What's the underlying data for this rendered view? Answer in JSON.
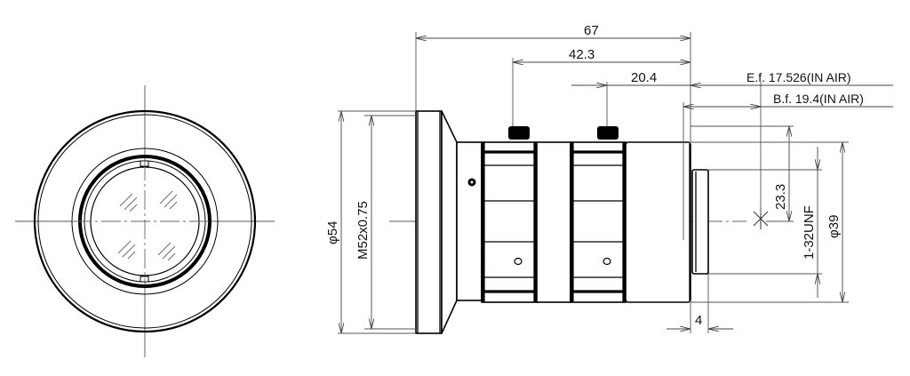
{
  "drawing": {
    "title": "Lens outline dimensional drawing",
    "views": [
      "front-view",
      "side-view"
    ],
    "units": "mm"
  },
  "dimensions": {
    "overall_length": "67",
    "length_to_ring_screw_1": "42.3",
    "length_to_ring_screw_2": "20.4",
    "effective_focal": "E.f. 17.526(IN AIR)",
    "back_focal": "B.f. 19.4(IN AIR)",
    "outer_diameter": "φ54",
    "filter_thread": "M52x0.75",
    "mount_diameter": "φ39",
    "mount_thread": "1-32UNF",
    "image_height": "23.3",
    "mount_flange_length": "4"
  },
  "colors": {
    "line": "#000000",
    "dimension_line": "#444444",
    "background": "#ffffff"
  }
}
